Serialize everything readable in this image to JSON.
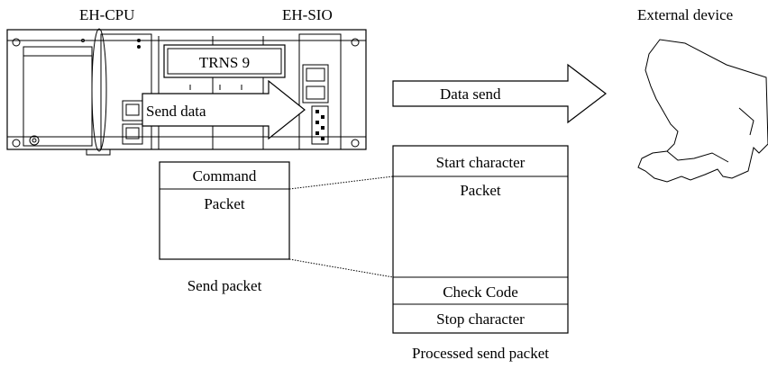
{
  "labels": {
    "cpu": "EH-CPU",
    "sio": "EH-SIO",
    "external_device": "External device",
    "trns": "TRNS 9",
    "send_data": "Send data",
    "data_send": "Data send",
    "send_packet_caption": "Send packet",
    "processed_caption": "Processed send packet"
  },
  "send_packet": {
    "rows": [
      "Command",
      "Packet"
    ]
  },
  "processed_packet": {
    "rows": [
      "Start character",
      "Packet",
      "Check Code",
      "Stop character"
    ]
  }
}
